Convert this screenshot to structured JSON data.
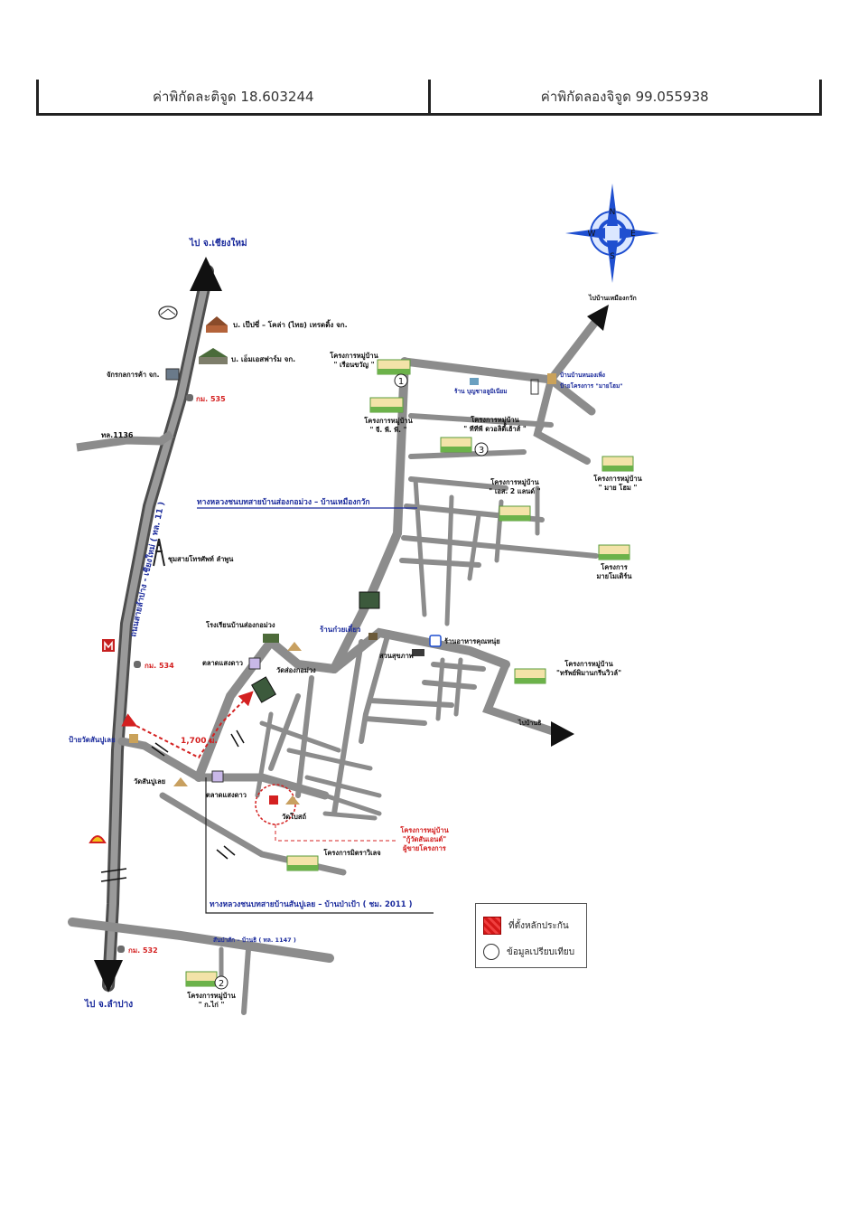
{
  "coordinates": {
    "latitude_label": "ค่าพิกัดละติจูด 18.603244",
    "longitude_label": "ค่าพิกัดลองจิจูด 99.055938"
  },
  "compass": {
    "n": "N",
    "s": "S",
    "e": "E",
    "w": "W"
  },
  "roads": {
    "to_chiang_mai": "ไป จ.เชียงใหม่",
    "to_lampang": "ไป จ.ลำปาง",
    "highway_11": "ถนนสายลำปาง - เชียงใหม่ ( ทล. 11 )",
    "route_1136": "ทล.1136",
    "rural_road_north": "ทางหลวงชนบทสายบ้านส่องกอม่วง – บ้านเหมืองกวัก",
    "rural_road_south": "ทางหลวงชนบทสายบ้านสันปูเลย – บ้านป่าเป้า ( ชม. 2011 )",
    "route_1147": "สันป่าสัก – บ้านธิ ( ทล. 1147 )",
    "to_mueang_kwak": "ไปบ้านเหมืองกวัก",
    "to_ban_thi": "ไปบ้านธิ",
    "distance": "1,700 ม."
  },
  "landmarks": {
    "pepsi": "บ. เป๊ปซี่ – โคล่า (ไทย) เทรดดิ้ง จก.",
    "sm_farm": "บ. เอ็มเอสฟาร์ม จก.",
    "machinery": "จักรกลการค้า จก.",
    "km535": "กม. 535",
    "km534": "กม. 534",
    "km532": "กม. 532",
    "phone_exchange": "ชุมสายโทรศัพท์ ลำพูน",
    "school": "โรงเรียนบ้านส่องกอม่วง",
    "market1": "ตลาดแสงดาว",
    "market2": "ตลาดแสงดาว",
    "wat_song": "วัดส่องกอม่วง",
    "wat_sanpulei_sign": "ป้ายวัดสันปูเลย",
    "wat_sanpulei": "วัดสันปูเลย",
    "wat_inthanon": "วัดโบสถ์",
    "noodle_shop": "ร้านก๋วยเตี๋ยว",
    "park": "สวนสุขภาพ",
    "restaurant": "ร้านอาหารคุณหนุ่ย",
    "aluminium_shop": "ร้าน บุญชาอลูมิเนียม",
    "village_sign": "ป้ายโครงการ \"มายโฮม\"",
    "village_sign2": "บ้านบ้านหนองเพิ่ง"
  },
  "projects": {
    "ruean_kwan": "โครงการหมู่บ้าน\n\" เรือนขวัญ \"",
    "gpp": "โครงการหมู่บ้าน\n\" จี. พี. พี. \"",
    "tpp": "โครงการหมู่บ้าน\n\" ทีทีพี ดวอลิตี้เฮ้าส์ \"",
    "sr_land": "โครงการหมู่บ้าน\n\" เอส. 2 แลนด์ \"",
    "my_home": "โครงการหมู่บ้าน\n\" มาย โฮม \"",
    "my_modern": "โครงการ\nมายโมเดิร์น",
    "sap_phiman": "โครงการหมู่บ้าน\n\"ทรัพย์พิมานกรีนวิวล์\"",
    "subject": "โครงการหมู่บ้าน\n\"กู้วัดสันเอนต์\"\nผู้ขายโครงการ",
    "mitra": "โครงการมิตราวิเลจ",
    "kor_kai": "โครงการหมู่บ้าน\n\" ก.ไก่ \""
  },
  "markers": {
    "one": "1",
    "two": "2",
    "three": "3"
  },
  "legend": {
    "collateral": "ที่ตั้งหลักประกัน",
    "comparison": "ข้อมูลเปรียบเทียบ"
  },
  "colors": {
    "road": "#8c8c8c",
    "road_dark": "#6f6f6f",
    "accent_red": "#d42020",
    "label_blue": "#1a2a9c",
    "compass_blue": "#1f4fd0"
  }
}
